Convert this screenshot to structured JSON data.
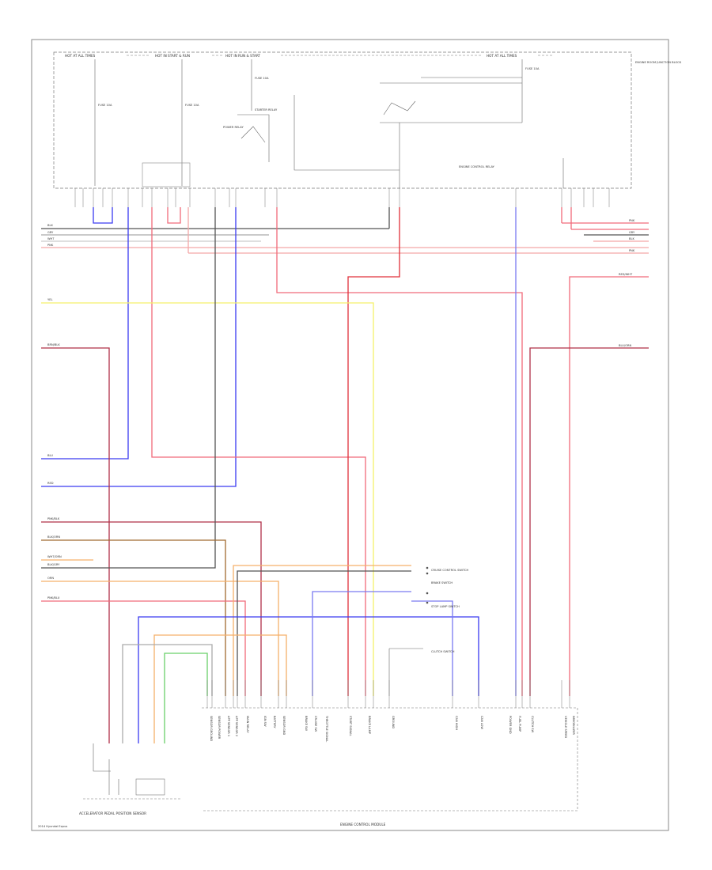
{
  "page_label": "2014 Hyundai Equus",
  "fuse_box": {
    "feeds": [
      "HOT AT ALL TIMES",
      "HOT IN START & RUN",
      "HOT IN RUN & START",
      "HOT AT ALL TIMES"
    ],
    "fuses": [
      "FUSE 10A",
      "FUSE 10A",
      "FUSE 10A",
      "FUSE 10A"
    ],
    "relays": [
      "POWER RELAY",
      "STARTER RELAY",
      "ENGINE CONTROL RELAY"
    ],
    "side_note": "ENGINE ROOM JUNCTION BLOCK"
  },
  "left_wires": [
    "BLK",
    "GRY",
    "WHT",
    "PNK",
    "YEL",
    "BRN/BLK",
    "BLU",
    "RED",
    "PNK/BLK",
    "BLK/ORN",
    "WHT/ORN",
    "BLK/GRY",
    "ORN",
    "PNK/BLU"
  ],
  "right_wires": [
    "PNK",
    "GRY",
    "BLK",
    "PNK",
    "RED/WHT",
    "BLU/ORN"
  ],
  "notes": [
    "CRUISE CONTROL SWITCH",
    "BRAKE SWITCH",
    "STOP LAMP SWITCH",
    "CLUTCH SWITCH"
  ],
  "ecm_pins": [
    "SENSOR GROUND",
    "SENSOR POWER",
    "APP SENSOR 1",
    "APP SENSOR 2",
    "MAIN RELAY",
    "IGN SW",
    "BATTERY",
    "SENSOR GND",
    "BRAKE SW",
    "CRUISE SW",
    "THROTTLE SIGNAL",
    "START SIGNAL",
    "GROUND",
    "BRAKE LAMP",
    "CAN HIGH",
    "CAN LOW",
    "POWER GND",
    "FUEL PUMP",
    "CLUTCH SW",
    "VEHICLE SPEED",
    "IMMOBILIZER"
  ],
  "bottom_left_label": "ACCELERATOR PEDAL POSITION SENSOR",
  "bottom_right_label": "ENGINE CONTROL MODULE"
}
